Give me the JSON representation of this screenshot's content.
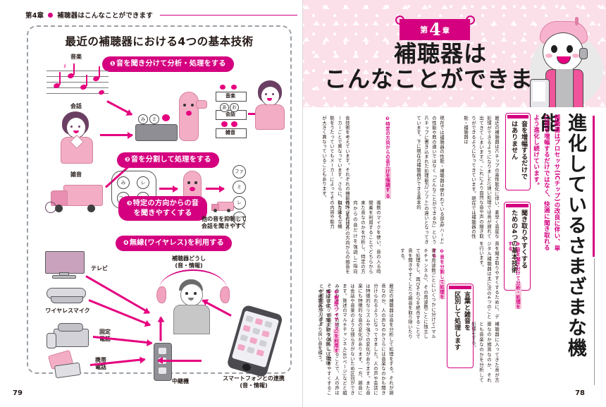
{
  "book": {
    "running_head": "第4章",
    "running_head_rest": "補聴器はこんなことができます",
    "folio_left": "79",
    "folio_right": "78"
  },
  "left_page": {
    "diagram_title": "最近の補聴器における4つの基本技術",
    "steps": [
      {
        "num": "❶",
        "label": "音を聞き分けて分析・処理をする"
      },
      {
        "num": "❷",
        "label": "音を分割して処理をする"
      },
      {
        "num": "❸",
        "label": "特定の方向からの音を聞きやすくする"
      },
      {
        "num": "❹",
        "label": "無線(ワイヤレス)を利用する"
      }
    ],
    "source_labels": [
      "音楽",
      "会話",
      "雑音"
    ],
    "tray_labels": [
      "音楽",
      "会話",
      "雑音"
    ],
    "scale_notes": [
      "ファ",
      "ミ",
      "レ",
      "ド"
    ],
    "kana_bubbles": [
      "み",
      "レ",
      "ファ",
      "ミ"
    ],
    "note_caption": "他の音を抑制して\n会話を聞きやすく",
    "wireless": {
      "between_aids": "補聴器どうし\n(音・情報)",
      "smartphone": "スマートフォンとの連携\n(音・情報)",
      "devices": [
        "テレビ",
        "ワイヤレスマイク",
        "固定\n電話",
        "携帯\n電話"
      ],
      "relay": "中継機"
    }
  },
  "right_page": {
    "chapter_badge": {
      "prefix": "第",
      "number": "4",
      "suffix": "章"
    },
    "banner_title_line1": "補聴器は",
    "banner_title_line2": "こんなことができます",
    "main_heading": "進化しているさまざまな機能",
    "lead": "補聴器はプロセッサ(ICチップ)の改良に伴い、単に音を増幅するだけではなく、快適に聞き取れるよう進化し続けています。",
    "subheads": [
      "音を増幅するだけで\nはありません",
      "聞き取りやすくする\nための4つの基本技術",
      "言葉と雑音を\n区別して処理します"
    ],
    "columns": [
      "最近の補聴器はICチップの高性能化に伴い、素早く高度な処理ができるようになりました(速い処理では音が遅れて出てきてしまいます)。これにより自然な音や声の聞き取りができるようになってきています。現在では補聴器の性能・補聴器は",
      "音を聞き取りやすくするために、デジタル補聴器は主に次の4つのことを行います。",
      "❶音を聞き分けて分析・処理をする",
      "補聴器に入ってきた音が言葉なのか雑音なのか、それとも音楽なのかを分析して処理をする。",
      "現在では補聴器の性能・補聴器は使われている部品(ハード)の性能や数の違いではなく「どんなことができるか」というICチップに書き込まれた処理能力(ソフト)の違いとなってきています。下に現在の補聴器ができる基本的",
      "❷音を分割して処理をする",
      "音を周波数ごとにいくつかに分けて(マルチチャンネル)、その周波数ごとに独立して処理をし、再びそれらを統合することで音を聞きやすくしたり雑音を取り除いたりする。",
      "最近の補聴器は音を分析して処理をする。それが雑音なのか、人の声なのかさらには音楽なのかも聞き分けられるようになってきました。人の声や会話には特徴的なリズムや強さの変化があります。また音楽にも特徴的な音の変化があります。一方、雑音には会話や音楽のような揺らぎがないため区別ができます。後述のマルチチャンネル(85ページ)などと組み合わせて、その成分を分離することで、人の声はそのままに、雑音だけを減らして聞きやすくすることが可能になります",
      "❸特定の方向からの音だけを強調す る",
      "複数のマイクを使い、音の入る時間差を利用することでどちらから来た音なのかを分析し、特定の方向からの音だけを強調し(指向性)、それ以外の方向からの雑音を取り除く。",
      "❹無線(ワイヤレス)を利用する",
      "無線を使って聞き取りの難しい環境や補聴器が入るより良い音を補う。",
      "会技術を考えています。それぞれの機能の呼び方はメーカーごとで異なっています。さらに、似たような機能をうたっていてもメーカーによってその内容や能力が大きく異なっていることもあります。",
      "以外の方向からの雑音を取り除く。",
      "補聴器の性能・補聴器差は"
    ]
  },
  "colors": {
    "magenta": "#D4007F",
    "magenta_bright": "#E5007F",
    "banner_pink": "#fbdfe9",
    "highlight": "#f6c9de",
    "ink": "#231815"
  }
}
